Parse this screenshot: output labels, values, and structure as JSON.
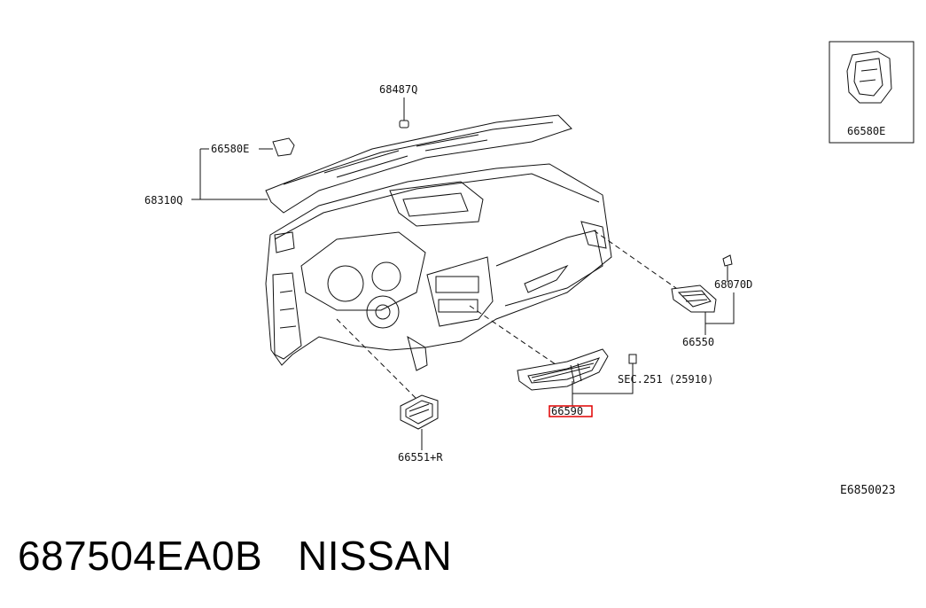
{
  "diagram": {
    "labels": {
      "p68487q": "68487Q",
      "p66580e_main": "66580E",
      "p68310q": "68310Q",
      "p68070d": "68070D",
      "p66550": "66550",
      "sec251": "SEC.251 (25910)",
      "p66590": "66590",
      "p66551r": "66551+R",
      "p66580e_inset": "66580E",
      "code": "E6850023"
    },
    "highlight_color": "#e00000"
  },
  "footer": {
    "part_number": "687504EA0B",
    "brand": "NISSAN"
  }
}
